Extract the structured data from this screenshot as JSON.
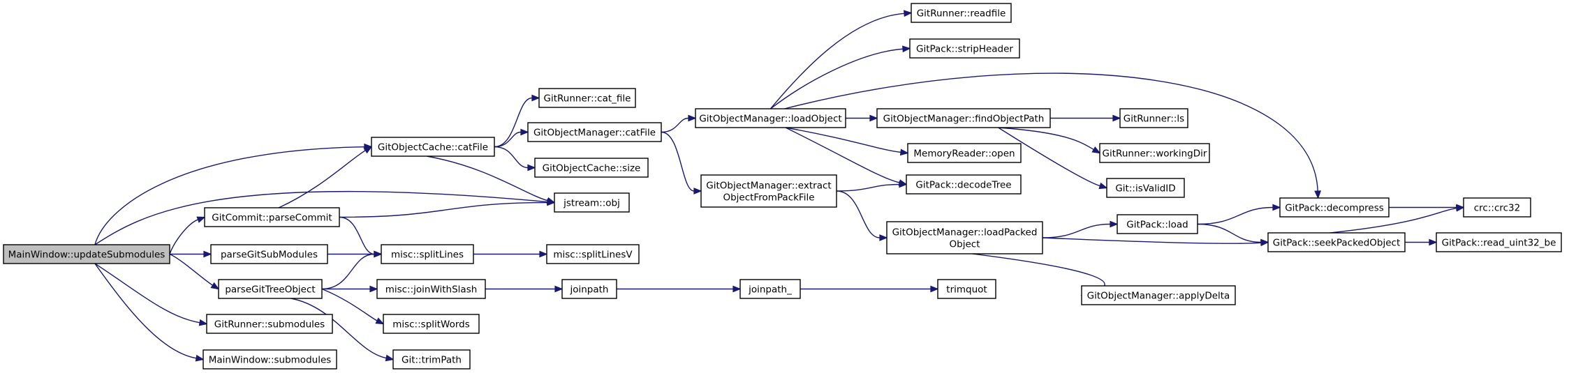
{
  "nodes": [
    {
      "id": "mw_update",
      "lines": [
        "MainWindow::updateSubmodules"
      ],
      "root": true
    },
    {
      "id": "goc_catfile",
      "lines": [
        "GitObjectCache::catFile"
      ]
    },
    {
      "id": "gc_parsecommit",
      "lines": [
        "GitCommit::parseCommit"
      ]
    },
    {
      "id": "parse_gitsub",
      "lines": [
        "parseGitSubModules"
      ]
    },
    {
      "id": "parse_gittree",
      "lines": [
        "parseGitTreeObject"
      ]
    },
    {
      "id": "gr_submodules",
      "lines": [
        "GitRunner::submodules"
      ]
    },
    {
      "id": "mw_submodules",
      "lines": [
        "MainWindow::submodules"
      ]
    },
    {
      "id": "gr_catfile",
      "lines": [
        "GitRunner::cat_file"
      ]
    },
    {
      "id": "gom_catfile",
      "lines": [
        "GitObjectManager::catFile"
      ]
    },
    {
      "id": "goc_size",
      "lines": [
        "GitObjectCache::size"
      ]
    },
    {
      "id": "js_obj",
      "lines": [
        "jstream::obj"
      ]
    },
    {
      "id": "misc_splitlines",
      "lines": [
        "misc::splitLines"
      ]
    },
    {
      "id": "misc_joinslash",
      "lines": [
        "misc::joinWithSlash"
      ]
    },
    {
      "id": "misc_splitwords",
      "lines": [
        "misc::splitWords"
      ]
    },
    {
      "id": "git_trimpath",
      "lines": [
        "Git::trimPath"
      ]
    },
    {
      "id": "misc_splitlinesv",
      "lines": [
        "misc::splitLinesV"
      ]
    },
    {
      "id": "joinpath",
      "lines": [
        "joinpath"
      ]
    },
    {
      "id": "gom_loadobject",
      "lines": [
        "GitObjectManager::loadObject"
      ]
    },
    {
      "id": "gom_extract",
      "lines": [
        "GitObjectManager::extract",
        "ObjectFromPackFile"
      ]
    },
    {
      "id": "joinpath_",
      "lines": [
        "joinpath_"
      ]
    },
    {
      "id": "gr_readfile",
      "lines": [
        "GitRunner::readfile"
      ]
    },
    {
      "id": "gp_stripheader",
      "lines": [
        "GitPack::stripHeader"
      ]
    },
    {
      "id": "gom_findpath",
      "lines": [
        "GitObjectManager::findObjectPath"
      ]
    },
    {
      "id": "mr_open",
      "lines": [
        "MemoryReader::open"
      ]
    },
    {
      "id": "gp_decodetree",
      "lines": [
        "GitPack::decodeTree"
      ]
    },
    {
      "id": "gom_loadpacked",
      "lines": [
        "GitObjectManager::loadPacked",
        "Object"
      ]
    },
    {
      "id": "trimquot",
      "lines": [
        "trimquot"
      ]
    },
    {
      "id": "gom_applydelta",
      "lines": [
        "GitObjectManager::applyDelta"
      ]
    },
    {
      "id": "gr_ls",
      "lines": [
        "GitRunner::ls"
      ]
    },
    {
      "id": "gr_workingdir",
      "lines": [
        "GitRunner::workingDir"
      ]
    },
    {
      "id": "git_isvalidid",
      "lines": [
        "Git::isValidID"
      ]
    },
    {
      "id": "gp_load",
      "lines": [
        "GitPack::load"
      ]
    },
    {
      "id": "gp_decompress",
      "lines": [
        "GitPack::decompress"
      ]
    },
    {
      "id": "gp_seekpacked",
      "lines": [
        "GitPack::seekPackedObject"
      ]
    },
    {
      "id": "crc_crc32",
      "lines": [
        "crc::crc32"
      ]
    },
    {
      "id": "gp_readuint32",
      "lines": [
        "GitPack::read_uint32_be"
      ]
    }
  ],
  "edges": [
    [
      "mw_update",
      "goc_catfile"
    ],
    [
      "mw_update",
      "js_obj"
    ],
    [
      "mw_update",
      "gc_parsecommit"
    ],
    [
      "mw_update",
      "parse_gitsub"
    ],
    [
      "mw_update",
      "parse_gittree"
    ],
    [
      "mw_update",
      "gr_submodules"
    ],
    [
      "mw_update",
      "mw_submodules"
    ],
    [
      "goc_catfile",
      "gr_catfile"
    ],
    [
      "goc_catfile",
      "gom_catfile"
    ],
    [
      "goc_catfile",
      "goc_size"
    ],
    [
      "goc_catfile",
      "js_obj"
    ],
    [
      "gc_parsecommit",
      "goc_catfile"
    ],
    [
      "gc_parsecommit",
      "js_obj"
    ],
    [
      "gc_parsecommit",
      "misc_splitlines"
    ],
    [
      "parse_gitsub",
      "misc_splitlines"
    ],
    [
      "parse_gittree",
      "misc_splitlines"
    ],
    [
      "parse_gittree",
      "misc_joinslash"
    ],
    [
      "parse_gittree",
      "misc_splitwords"
    ],
    [
      "parse_gittree",
      "git_trimpath"
    ],
    [
      "misc_splitlines",
      "misc_splitlinesv"
    ],
    [
      "misc_joinslash",
      "joinpath"
    ],
    [
      "joinpath",
      "joinpath_"
    ],
    [
      "joinpath_",
      "trimquot"
    ],
    [
      "gom_catfile",
      "gom_loadobject"
    ],
    [
      "gom_catfile",
      "gom_extract"
    ],
    [
      "gom_loadobject",
      "gr_readfile"
    ],
    [
      "gom_loadobject",
      "gp_stripheader"
    ],
    [
      "gom_loadobject",
      "gp_decompress"
    ],
    [
      "gom_loadobject",
      "gom_findpath"
    ],
    [
      "gom_loadobject",
      "mr_open"
    ],
    [
      "gom_loadobject",
      "gp_decodetree"
    ],
    [
      "gom_extract",
      "gp_decodetree"
    ],
    [
      "gom_extract",
      "gom_loadpacked"
    ],
    [
      "gom_findpath",
      "gr_ls"
    ],
    [
      "gom_findpath",
      "gr_workingdir"
    ],
    [
      "gom_findpath",
      "git_isvalidid"
    ],
    [
      "gom_loadpacked",
      "gp_load"
    ],
    [
      "gom_loadpacked",
      "gp_seekpacked"
    ],
    [
      "gom_loadpacked",
      "gom_applydelta"
    ],
    [
      "gp_load",
      "gp_decompress"
    ],
    [
      "gp_load",
      "gp_seekpacked"
    ],
    [
      "gp_decompress",
      "crc_crc32"
    ],
    [
      "gp_seekpacked",
      "crc_crc32"
    ],
    [
      "gp_seekpacked",
      "gp_readuint32"
    ]
  ]
}
